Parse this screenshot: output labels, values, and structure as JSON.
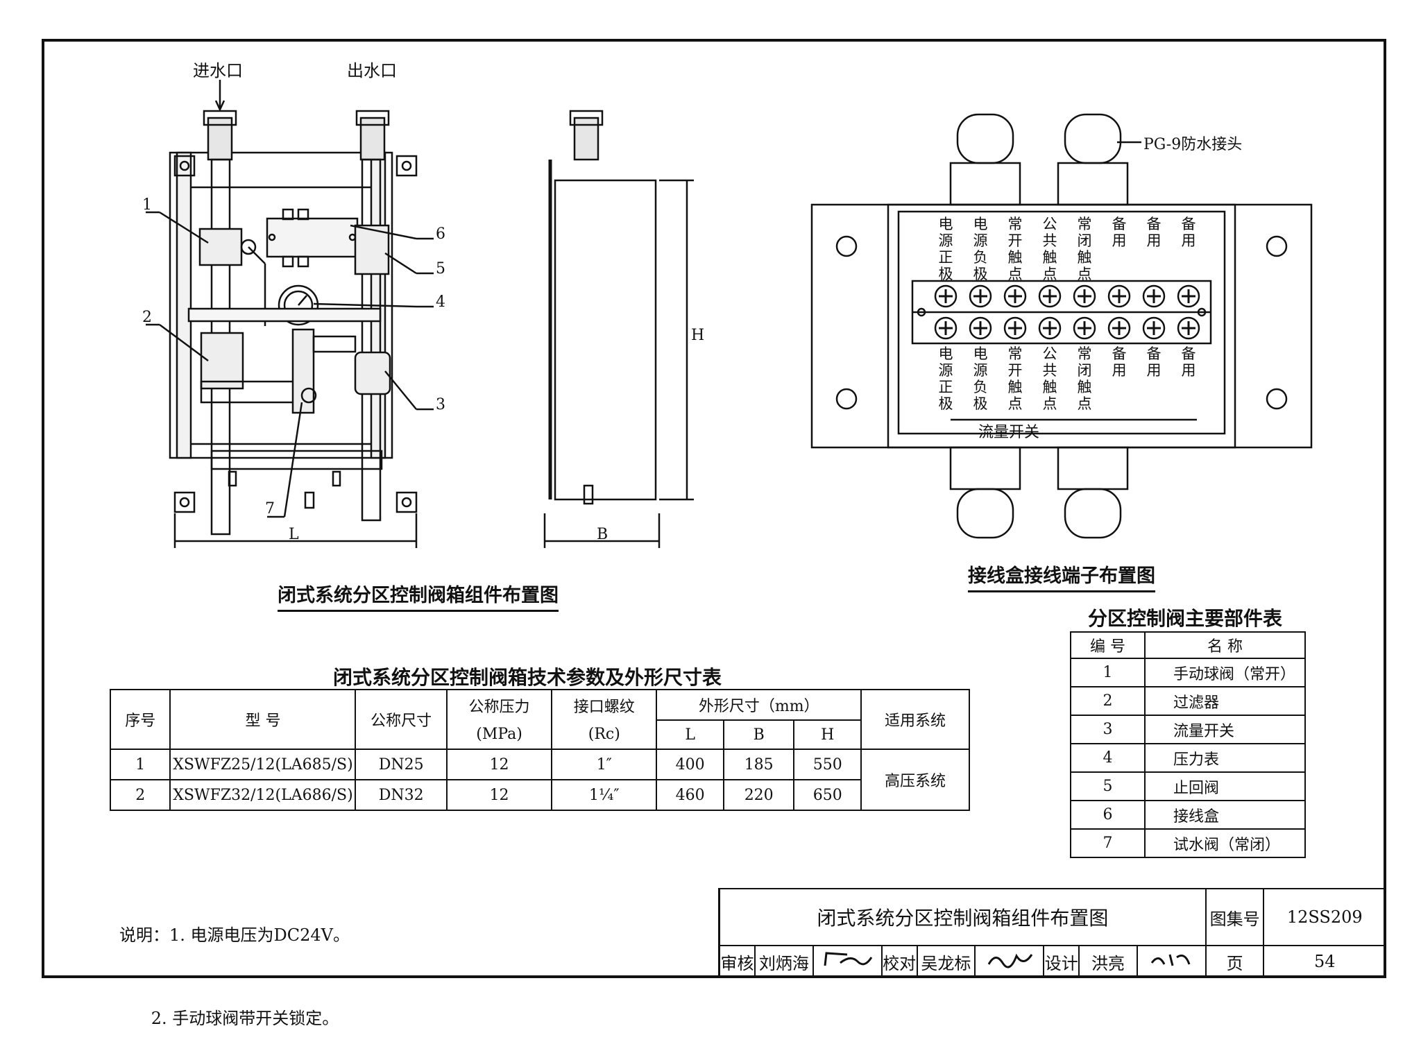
{
  "drawing1": {
    "title": "闭式系统分区控制阀箱组件布置图",
    "inlet_label": "进水口",
    "outlet_label": "出水口",
    "callouts": [
      "1",
      "2",
      "3",
      "4",
      "5",
      "6",
      "7"
    ],
    "dim_L": "L",
    "dim_B": "B",
    "dim_H": "H"
  },
  "drawing2": {
    "title": "接线盒接线端子布置图",
    "connector_label": "PG-9防水接头",
    "terminals_top": [
      "电源正极",
      "电源负极",
      "常开触点",
      "公共触点",
      "常闭触点",
      "备用",
      "备用",
      "备用"
    ],
    "terminals_bottom": [
      "电源正极",
      "电源负极",
      "常开触点",
      "公共触点",
      "常闭触点",
      "备用",
      "备用",
      "备用"
    ],
    "group_label": "流量开关"
  },
  "parts_table": {
    "title": "分区控制阀主要部件表",
    "headers": [
      "编 号",
      "名 称"
    ],
    "rows": [
      [
        "1",
        "手动球阀（常开）"
      ],
      [
        "2",
        "过滤器"
      ],
      [
        "3",
        "流量开关"
      ],
      [
        "4",
        "压力表"
      ],
      [
        "5",
        "止回阀"
      ],
      [
        "6",
        "接线盒"
      ],
      [
        "7",
        "试水阀（常闭）"
      ]
    ]
  },
  "spec_table": {
    "title": "闭式系统分区控制阀箱技术参数及外形尺寸表",
    "h_no": "序号",
    "h_model": "型  号",
    "h_size": "公称尺寸",
    "h_pressure": "公称压力",
    "h_pressure_unit": "(MPa)",
    "h_thread": "接口螺纹",
    "h_thread_unit": "(Rc)",
    "h_dims": "外形尺寸（mm）",
    "h_L": "L",
    "h_B": "B",
    "h_H": "H",
    "h_system": "适用系统",
    "rows": [
      {
        "no": "1",
        "model": "XSWFZ25/12(LA685/S)",
        "size": "DN25",
        "pressure": "12",
        "thread": "1″",
        "L": "400",
        "B": "185",
        "H": "550"
      },
      {
        "no": "2",
        "model": "XSWFZ32/12(LA686/S)",
        "size": "DN32",
        "pressure": "12",
        "thread": "1¼″",
        "L": "460",
        "B": "220",
        "H": "650"
      }
    ],
    "system": "高压系统"
  },
  "notes": {
    "line1": "说明：1. 电源电压为DC24V。",
    "line2": "      2. 手动球阀带开关锁定。"
  },
  "title_block": {
    "drawing_title": "闭式系统分区控制阀箱组件布置图",
    "atlas_label": "图集号",
    "atlas_no": "12SS209",
    "review_label": "审核",
    "reviewer": "刘炳海",
    "check_label": "校对",
    "checker": "吴龙标",
    "design_label": "设计",
    "designer": "洪亮",
    "page_label": "页",
    "page_no": "54"
  }
}
